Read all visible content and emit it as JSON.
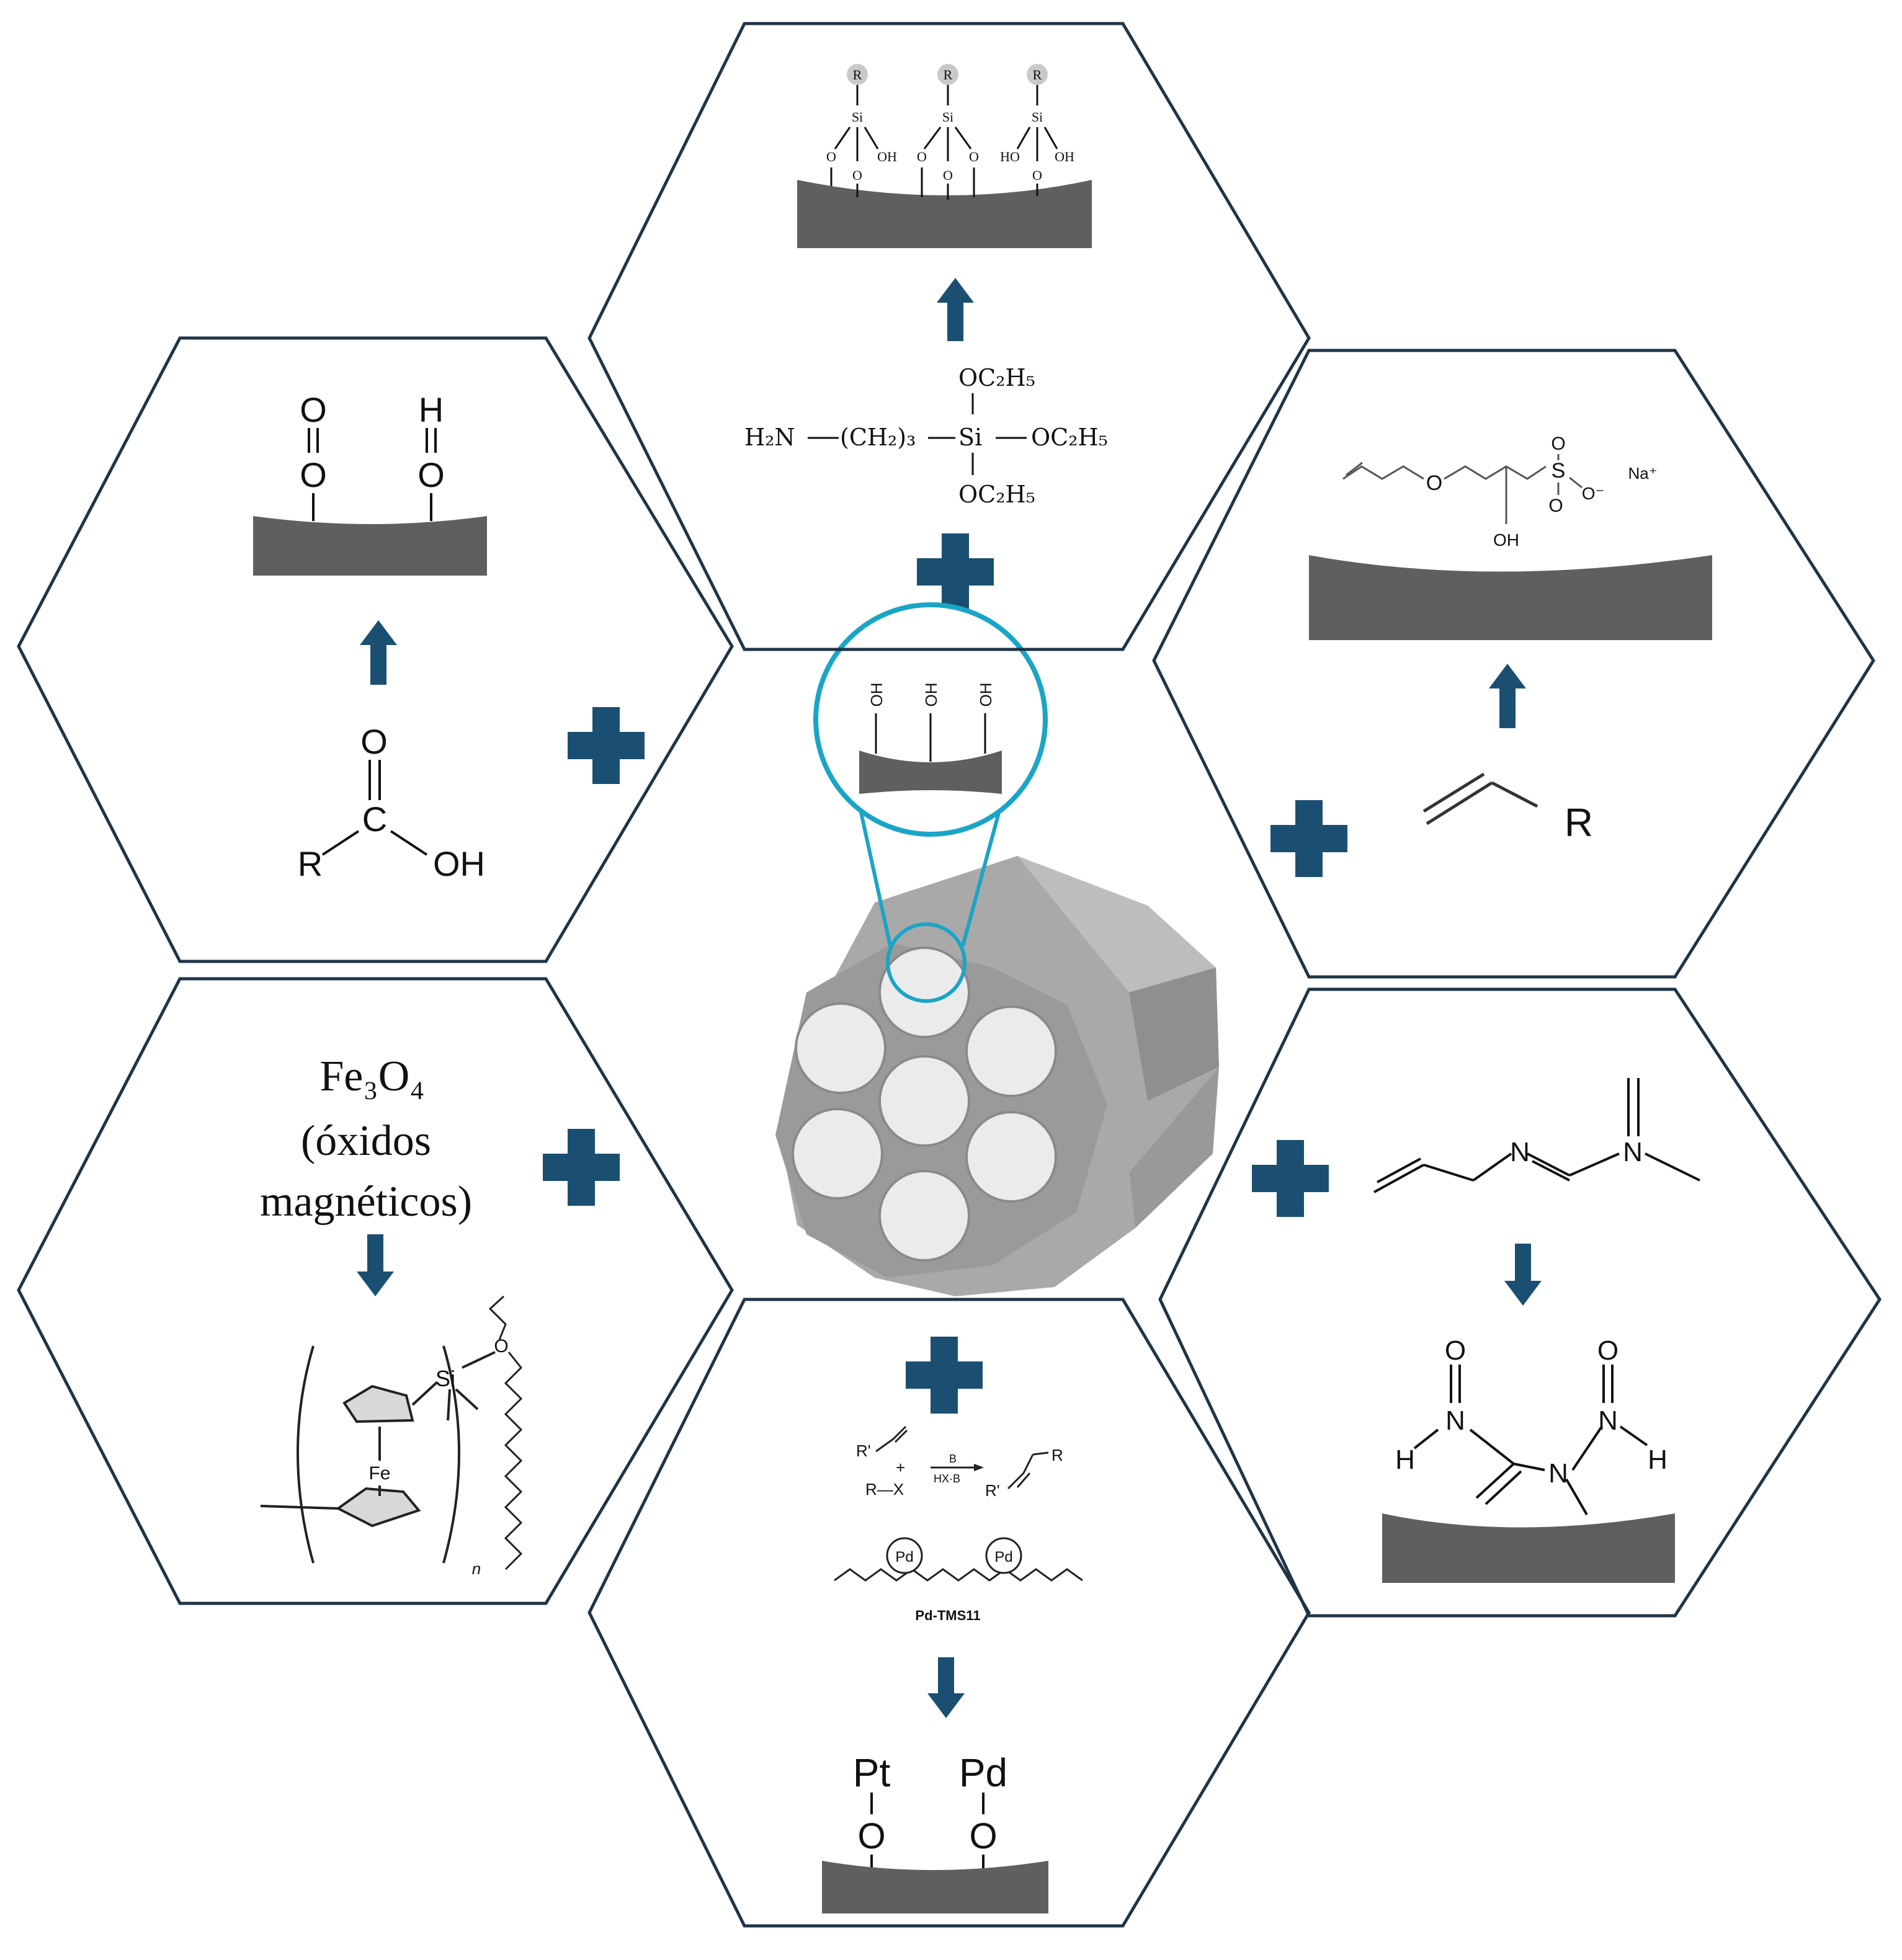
{
  "colors": {
    "hex_stroke": "#1f3547",
    "accent": "#1b4f72",
    "lens": "#1aa5c6",
    "substrate": "#5f5f5f",
    "pore_body": "#a9a9a9",
    "pore_face": "#ebebeb"
  },
  "top": {
    "r_label": "R",
    "si_label": "Si",
    "o_label": "O",
    "oh_label": "OH",
    "ho_label": "HO",
    "silane_formula": {
      "left": "H₂N",
      "chain": "(CH₂)₃",
      "si": "Si",
      "oet_top": "OC₂H₅",
      "oet_right": "OC₂H₅",
      "oet_bottom": "OC₂H₅"
    }
  },
  "top_left": {
    "o_top": "O",
    "h_top": "H",
    "o_bottom_left": "O",
    "o_bottom_right": "O",
    "acid": {
      "o": "O",
      "c": "C",
      "r": "R",
      "oh": "OH"
    }
  },
  "top_right": {
    "o": "O",
    "oh": "OH",
    "s": "S",
    "so_o": "O",
    "so_o2": "O",
    "o_minus": "O⁻",
    "na": "Na⁺",
    "alkene_r": "R"
  },
  "center": {
    "oh_labels": [
      "OH",
      "OH",
      "OH"
    ]
  },
  "bottom_left": {
    "line1": "Fe₃O₄",
    "line2": "(óxidos",
    "line3": "magnéticos)",
    "si": "Si",
    "o": "O",
    "fe": "Fe",
    "n": "n"
  },
  "bottom": {
    "rp_top": "R'",
    "plus": "+",
    "rx": "R—X",
    "b": "B",
    "hxb": "HX·B",
    "rp_product": "R'",
    "r_product": "R",
    "pd1": "Pd",
    "pd2": "Pd",
    "catalyst_name": "Pd-TMS11",
    "metal1": "Pt",
    "metal2": "Pd",
    "o1": "O",
    "o2": "O"
  },
  "bottom_right": {
    "n1": "N",
    "n2": "N",
    "o1": "O",
    "o2": "O",
    "h1": "H",
    "h2": "H",
    "n3": "N",
    "n4": "N"
  }
}
